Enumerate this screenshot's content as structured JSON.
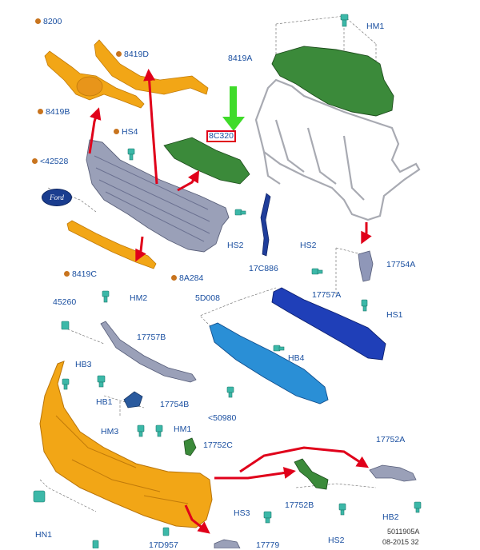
{
  "colors": {
    "label": "#1a4fa0",
    "dot": "#c8741e",
    "orange_part": "#f2a616",
    "gray_part": "#9aa0b8",
    "green_part": "#3b8a3a",
    "blue_part": "#1f5fc0",
    "cyan_part": "#2a8fd6",
    "fastener": "#3cb8a8",
    "arrow_red": "#e0001a",
    "arrow_green": "#3fdb2a"
  },
  "labels": {
    "l8200": "8200",
    "l8419D": "8419D",
    "l8419B": "8419B",
    "lHS4": "HS4",
    "l42528": "<42528",
    "l8419C": "8419C",
    "l8A284": "8A284",
    "l8C320": "8C320",
    "lHM1top": "HM1",
    "l8419A": "8419A",
    "lHS2a": "HS2",
    "l17C886": "17C886",
    "lHS2b": "HS2",
    "l17754A": "17754A",
    "lHS1": "HS1",
    "l45260": "45260",
    "lHM2": "HM2",
    "l17757B": "17757B",
    "l5D008": "5D008",
    "l17757A": "17757A",
    "lHB4": "HB4",
    "lHB3": "HB3",
    "lHB1": "HB1",
    "l17754B": "17754B",
    "l50980": "<50980",
    "lHM3": "HM3",
    "lHM1b": "HM1",
    "l17752C": "17752C",
    "l17752A": "17752A",
    "lHN1": "HN1",
    "lHS3": "HS3",
    "l17752B": "17752B",
    "lHB2": "HB2",
    "lHS2c": "HS2",
    "l17D957": "17D957",
    "l17779": "17779"
  },
  "logo_text": "Ford",
  "footer": {
    "code": "5011905A",
    "date": "08-2015 32"
  }
}
